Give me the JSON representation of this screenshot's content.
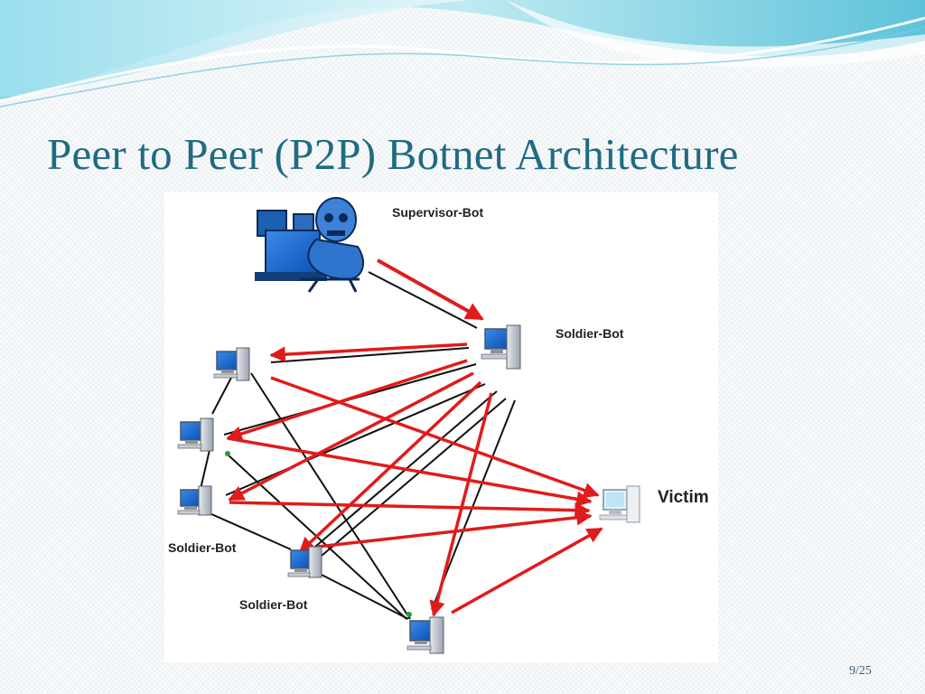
{
  "slide": {
    "title": "Peer to Peer (P2P) Botnet Architecture",
    "page_number": "9/25"
  },
  "diagram": {
    "labels": {
      "supervisor": "Supervisor-Bot",
      "soldier_top": "Soldier-Bot",
      "soldier_left": "Soldier-Bot",
      "soldier_bottom": "Soldier-Bot",
      "victim": "Victim"
    }
  },
  "colors": {
    "title": "#1f6b80",
    "attack_arrow": "#e01b1b",
    "peer_link": "#111111",
    "banner": "#5bbfd6"
  }
}
